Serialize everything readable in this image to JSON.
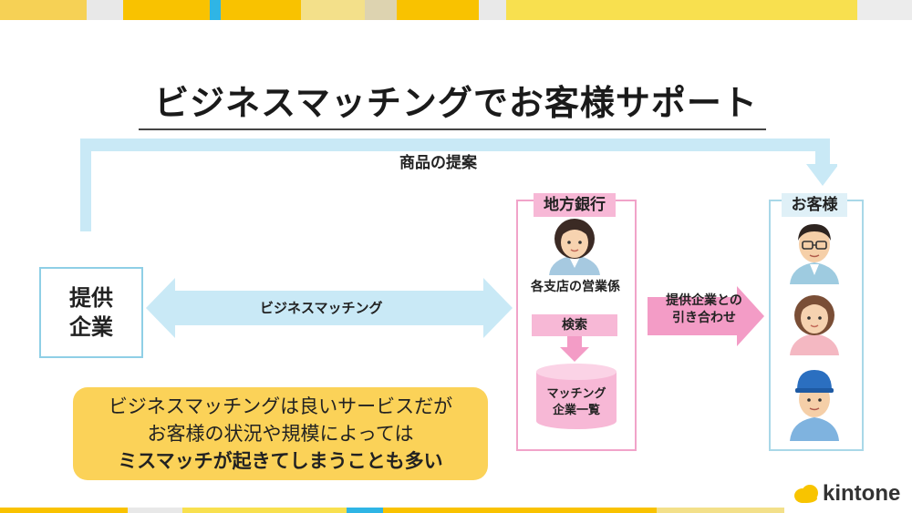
{
  "title": "ビジネスマッチングでお客様サポート",
  "top_flow_label": "商品の提案",
  "supplier": {
    "line1": "提供",
    "line2": "企業"
  },
  "matching_arrow_label": "ビジネスマッチング",
  "bank": {
    "header": "地方銀行",
    "staff_label": "各支店の営業係",
    "search_label": "検索",
    "db_line1": "マッチング",
    "db_line2": "企業一覧"
  },
  "intro_arrow": {
    "line1": "提供企業との",
    "line2": "引き合わせ"
  },
  "customer": {
    "header": "お客様"
  },
  "note": {
    "line1": "ビジネスマッチングは良いサービスだが",
    "line2": "お客様の状況や規模によっては",
    "line3": "ミスマッチが起きてしまうことも多い"
  },
  "logo": {
    "text": "kintone"
  },
  "colors": {
    "arrow_blue": "#c9e9f6",
    "arrow_pink": "#f39cc6",
    "note_yellow": "#fbd258",
    "accent_yellow": "#f8c400"
  }
}
